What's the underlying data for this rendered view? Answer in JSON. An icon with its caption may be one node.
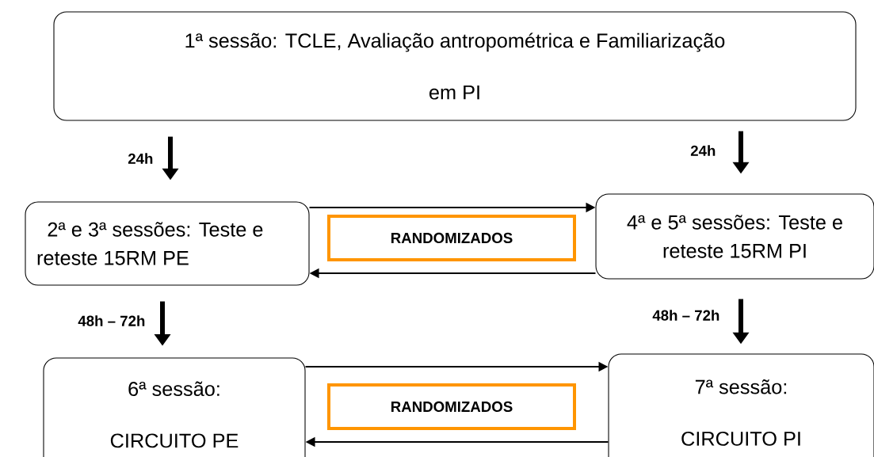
{
  "diagram": {
    "nodes": [
      {
        "text": [
          "1ª sessão: TCLE, Avaliação antropométrica e Familiarização em PI"
        ]
      },
      {
        "text": [
          "2ª e 3ª sessões: Teste e reteste 15RM PE"
        ]
      },
      {
        "text": [
          "RANDOMIZADOS"
        ]
      },
      {
        "text": [
          "4ª e 5ª sessões: Teste e reteste 15RM PI"
        ]
      },
      {
        "text": [
          "6ª sessão:",
          "CIRCUITO PE"
        ]
      },
      {
        "text": [
          "RANDOMIZADOS"
        ]
      },
      {
        "text": [
          "7ª sessão:",
          "CIRCUITO PI"
        ]
      }
    ],
    "edges": [
      {
        "from": 0,
        "to": 1,
        "arrow": "to",
        "style": "thick",
        "label": "24h"
      },
      {
        "from": 0,
        "to": 3,
        "arrow": "to",
        "style": "thick",
        "label": "24h"
      },
      {
        "from": 1,
        "to": 3,
        "arrow": "to"
      },
      {
        "from": 3,
        "to": 1,
        "arrow": "to"
      },
      {
        "from": 1,
        "to": 4,
        "arrow": "to",
        "style": "thick",
        "label": "48h – 72h"
      },
      {
        "from": 3,
        "to": 6,
        "arrow": "to",
        "style": "thick",
        "label": "48h – 72h"
      },
      {
        "from": 4,
        "to": 6,
        "arrow": "to"
      },
      {
        "from": 6,
        "to": 4,
        "arrow": "to"
      }
    ]
  }
}
